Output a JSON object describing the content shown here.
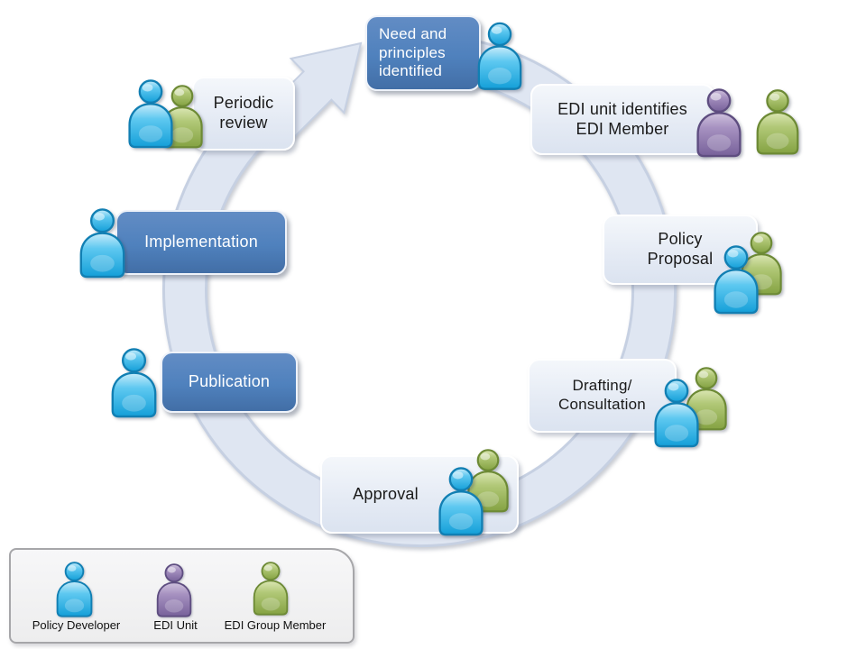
{
  "cycle": {
    "nodes": [
      {
        "id": "need-principles-identified",
        "style": "dark",
        "lines": [
          "Need and",
          "principles",
          "identified"
        ],
        "icons": [
          "policy-developer"
        ]
      },
      {
        "id": "edi-unit-identifies-member",
        "style": "light",
        "lines": [
          "EDI unit identifies",
          "EDI Member"
        ],
        "icons": [
          "edi-unit",
          "edi-group-member"
        ]
      },
      {
        "id": "policy-proposal",
        "style": "light",
        "lines": [
          "Policy",
          "Proposal"
        ],
        "icons": [
          "policy-developer",
          "edi-group-member"
        ]
      },
      {
        "id": "drafting-consultation",
        "style": "light",
        "lines": [
          "Drafting/",
          "Consultation"
        ],
        "icons": [
          "policy-developer",
          "edi-group-member"
        ]
      },
      {
        "id": "approval",
        "style": "light",
        "lines": [
          "Approval"
        ],
        "icons": [
          "policy-developer",
          "edi-group-member"
        ]
      },
      {
        "id": "publication",
        "style": "dark",
        "lines": [
          "Publication"
        ],
        "icons": [
          "policy-developer"
        ]
      },
      {
        "id": "implementation",
        "style": "dark",
        "lines": [
          "Implementation"
        ],
        "icons": [
          "policy-developer"
        ]
      },
      {
        "id": "periodic-review",
        "style": "light",
        "lines": [
          "Periodic",
          "review"
        ],
        "icons": [
          "policy-developer",
          "edi-group-member"
        ]
      }
    ]
  },
  "legend": {
    "items": [
      {
        "label": "Policy Developer",
        "color": "#3aaede"
      },
      {
        "label": "EDI Unit",
        "color": "#9b8bb4"
      },
      {
        "label": "EDI Group Member",
        "color": "#a8c36c"
      }
    ]
  },
  "colors": {
    "node_dark_fill": "#4f81bd",
    "node_light_fill": "#e4eaf4",
    "ring_fill": "#dfe6f2",
    "ring_edge": "#c6d0e2",
    "person_blue": "#3aaede",
    "person_purple": "#9b8bb4",
    "person_green": "#a8c36c"
  }
}
